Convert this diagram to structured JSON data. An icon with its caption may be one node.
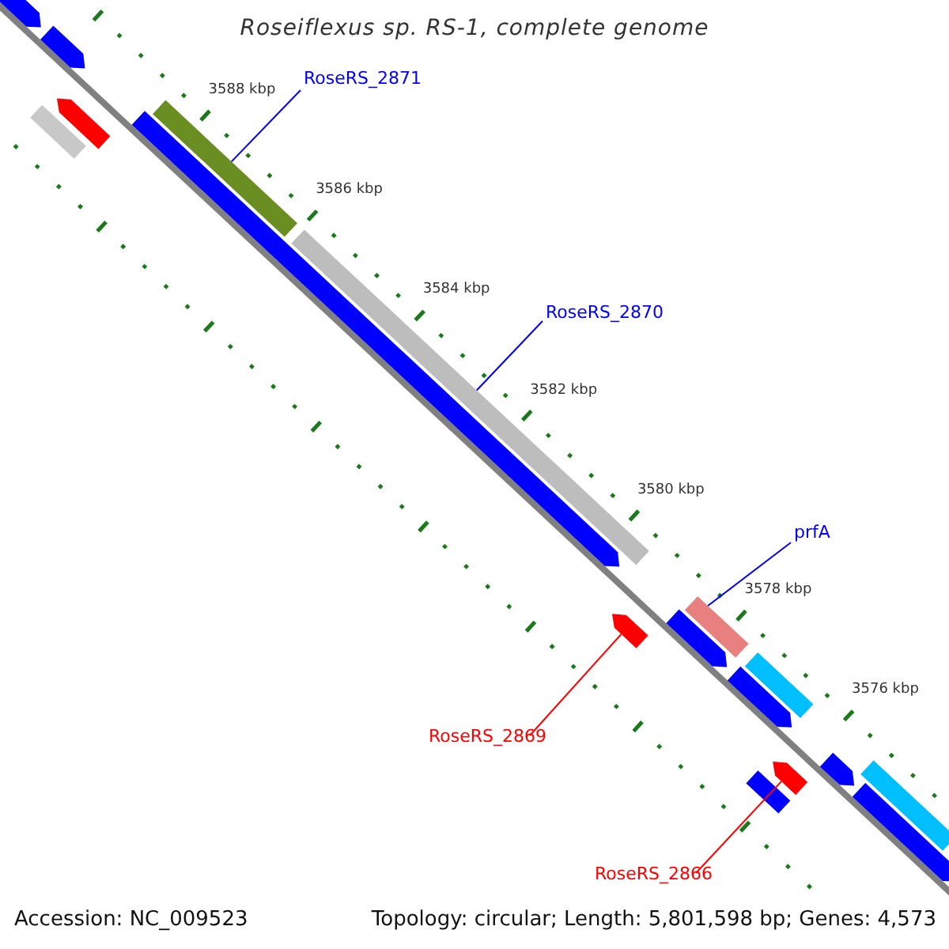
{
  "diagram": {
    "title": "Roseiflexus sp. RS-1, complete genome",
    "nodes": [
      {
        "text": [
          "RoseRS_2871"
        ]
      },
      {
        "text": [],
        "shape": "bar"
      },
      {
        "text": [
          "RoseRS_2870"
        ]
      },
      {
        "text": [],
        "shape": "bar"
      },
      {
        "text": [
          "prfA"
        ]
      },
      {
        "text": [],
        "shape": "bar"
      },
      {
        "text": [
          "RoseRS_2869"
        ]
      },
      {
        "text": [],
        "shape": "arrow"
      },
      {
        "text": [
          "RoseRS_2866"
        ]
      },
      {
        "text": [],
        "shape": "arrow"
      }
    ],
    "edges": [
      {
        "from": 0,
        "to": 1,
        "arrow": "none"
      },
      {
        "from": 2,
        "to": 3,
        "arrow": "none"
      },
      {
        "from": 4,
        "to": 5,
        "arrow": "none"
      },
      {
        "from": 6,
        "to": 7,
        "arrow": "none",
        "color": "#ff0000"
      },
      {
        "from": 8,
        "to": 9,
        "arrow": "none",
        "color": "#ff0000"
      }
    ],
    "labels": [
      "3588 kbp",
      "3586 kbp",
      "3584 kbp",
      "3582 kbp",
      "3580 kbp",
      "3578 kbp",
      "3576 kbp",
      "Accession: NC_009523",
      "Topology: circular; Length: 5,801,598 bp; Genes: 4,573"
    ]
  }
}
